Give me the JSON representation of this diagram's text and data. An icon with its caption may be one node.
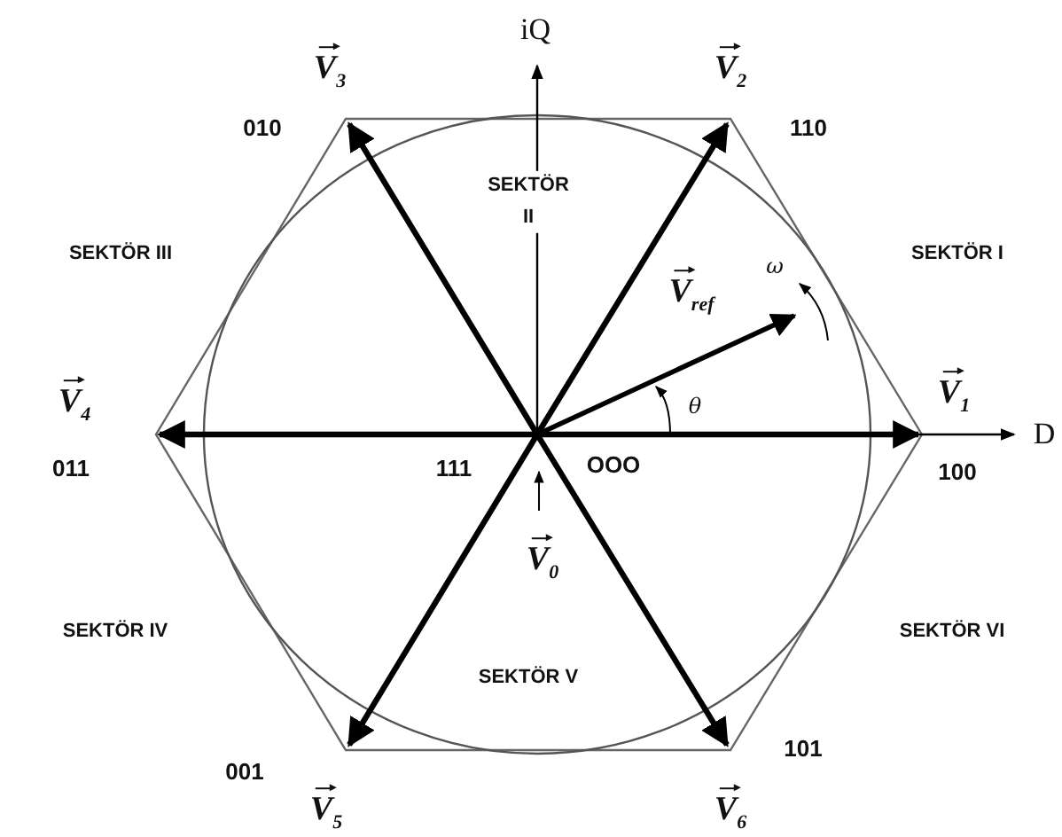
{
  "diagram": {
    "labels": [
      "iQ",
      "V$_{3}$",
      "V$_{2}$",
      "010",
      "110",
      "SEKTÖR II",
      "SEKTÖR III",
      "SEKTÖR I",
      "V$_{ref}$",
      "ω",
      "θ",
      "V$_{4}$",
      "V$_{1}$",
      "D",
      "011",
      "111",
      "OOO",
      "100",
      "V$_{0}$",
      "SEKTÖR IV",
      "SEKTÖR VI",
      "SEKTÖR V",
      "001",
      "101",
      "V$_{5}$",
      "V$_{6}$"
    ]
  }
}
